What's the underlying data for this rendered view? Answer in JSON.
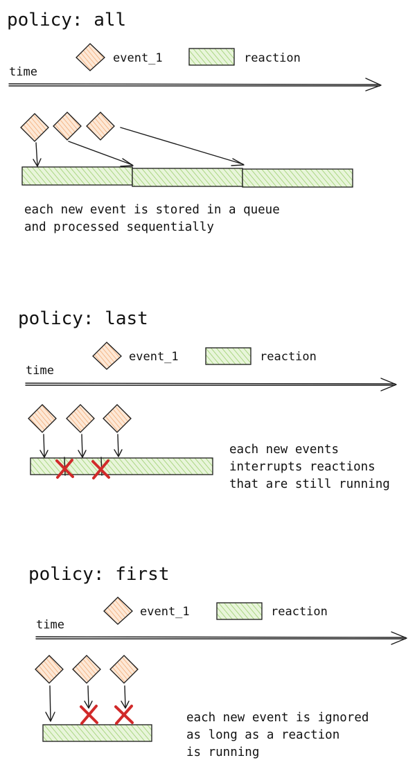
{
  "legend": {
    "event_label": "event_1",
    "reaction_label": "reaction",
    "axis_label": "time"
  },
  "sections": [
    {
      "title": "policy: all",
      "description": [
        "each new event is stored in a queue",
        "and processed sequentially"
      ]
    },
    {
      "title": "policy: last",
      "description": [
        "each new events",
        "interrupts reactions",
        "that are still running"
      ]
    },
    {
      "title": "policy: first",
      "description": [
        "each new event is ignored",
        "as long as a reaction",
        "is running"
      ]
    }
  ],
  "colors": {
    "event_fill": "#fde3cf",
    "reaction_fill": "#e3f3d2",
    "hatch": "#9ccf6e",
    "event_hatch": "#f0a36a",
    "cross": "#d12a2a"
  }
}
